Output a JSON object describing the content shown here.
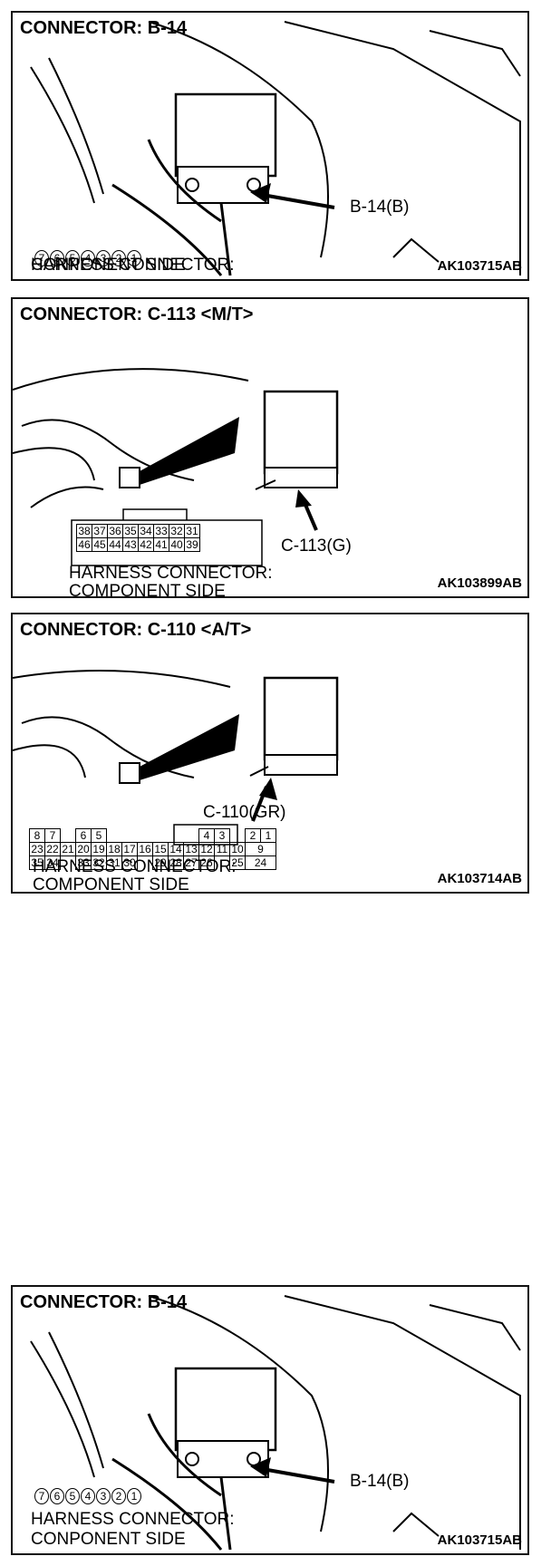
{
  "panels": [
    {
      "title": "CONNECTOR: B-14",
      "callout": "B-14(B)",
      "pins": [
        "7",
        "6",
        "5",
        "4",
        "3",
        "2",
        "1"
      ],
      "caption_line1": "HARNESS CONNECTOR:",
      "caption_line2": "CONPONENT SIDE",
      "code": "AK103715AB"
    },
    {
      "title": "CONNECTOR: C-113 <M/T>",
      "callout": "C-113(G)",
      "grid_rows": [
        [
          "38",
          "37",
          "36",
          "35",
          "34",
          "33",
          "32",
          "31"
        ],
        [
          "46",
          "45",
          "44",
          "43",
          "42",
          "41",
          "40",
          "39"
        ]
      ],
      "caption_line1": "HARNESS CONNECTOR:",
      "caption_line2": "COMPONENT SIDE",
      "code": "AK103899AB"
    },
    {
      "title": "CONNECTOR: C-110 <A/T>",
      "callout": "C-110(GR)",
      "grid_rows": [
        [
          "8",
          "7",
          "",
          "6",
          "5",
          "",
          "",
          "",
          "",
          "",
          "",
          "4",
          "3",
          "",
          "2",
          "1"
        ],
        [
          "23",
          "22",
          "21",
          "20",
          "19",
          "18",
          "17",
          "16",
          "15",
          "14",
          "13",
          "12",
          "11",
          "10",
          "9"
        ],
        [
          "35",
          "34",
          "",
          "33",
          "32",
          "31",
          "30",
          "",
          "29",
          "28",
          "27",
          "26",
          "",
          "25",
          "24"
        ]
      ],
      "caption_line1": "HARNESS CONNECTOR:",
      "caption_line2": "COMPONENT SIDE",
      "code": "AK103714AB"
    },
    {
      "title": "CONNECTOR: B-14",
      "callout": "B-14(B)",
      "pins": [
        "7",
        "6",
        "5",
        "4",
        "3",
        "2",
        "1"
      ],
      "caption_line1": "HARNESS CONNECTOR:",
      "caption_line2": "CONPONENT SIDE",
      "code": "AK103715AB"
    }
  ]
}
